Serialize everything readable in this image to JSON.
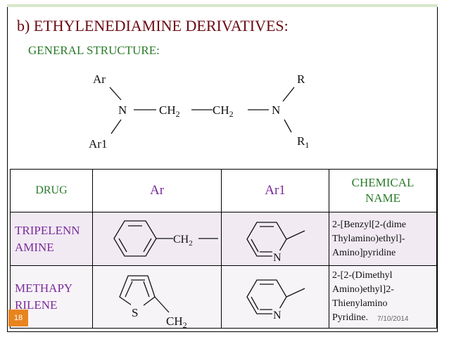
{
  "slide": {
    "title": "b) ETHYLENEDIAMINE DERIVATIVES:",
    "subtitle": "GENERAL STRUCTURE:",
    "slide_number": "18",
    "date": "7/10/2014"
  },
  "structure": {
    "ar": "Ar",
    "ar1": "Ar1",
    "n_left": "N",
    "ch2_a": "CH",
    "ch2_b": "CH",
    "subscript_2": "2",
    "n_right": "N",
    "r": "R",
    "r1_base": "R",
    "r1_sub": "1"
  },
  "table": {
    "headers": {
      "drug": "DRUG",
      "ar": "Ar",
      "ar1": "Ar1",
      "chemical_line1": "CHEMICAL",
      "chemical_line2": "NAME"
    },
    "rows": [
      {
        "drug_line1": "TRIPELENN",
        "drug_line2": "AMINE",
        "ar_group": "CH",
        "ar_sub": "2",
        "ar1_atom": "N",
        "chem_line1": "2-[Benzyl[2-(dime",
        "chem_line2": "Thylamino)ethyl]-",
        "chem_line3": "Amino]pyridine"
      },
      {
        "drug_line1": "METHAPY",
        "drug_line2": "RILENE",
        "ar_atom": "S",
        "ar_group": "CH",
        "ar_sub": "2",
        "ar1_atom": "N",
        "chem_line1": "2-[2-(Dimethyl",
        "chem_line2": "Amino)ethyl]2-",
        "chem_line3": "Thienylamino",
        "chem_line4": "Pyridine."
      }
    ]
  },
  "colors": {
    "title": "#6b0a12",
    "subtitle": "#2a7a2a",
    "drug_name": "#7a2a9a",
    "slide_badge": "#e8841e"
  }
}
